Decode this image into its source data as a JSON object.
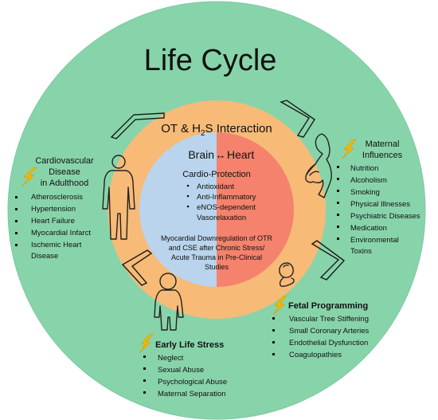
{
  "title": "Life Cycle",
  "ring_title": {
    "prefix": "OT & H",
    "sub": "2",
    "suffix": "S Interaction"
  },
  "center": {
    "brain": "Brain",
    "heart": "Heart",
    "protection_heading": "Cardio-Protection",
    "protection_items": [
      "Antioxidant",
      "Anti-Inflammatory",
      "eNOS-dependent",
      "Vasorelaxation"
    ],
    "downregulation": [
      "Myocardial Downregulation of OTR",
      "and CSE after Chronic  Stress/",
      "Acute Trauma in Pre-Clinical",
      "Studies"
    ]
  },
  "sections": {
    "cardiovascular": {
      "heading": [
        "Cardiovascular",
        "Disease",
        "in Adulthood"
      ],
      "items": [
        "Atherosclerosis",
        "Hypertension",
        "Heart Failure",
        "Myocardial Infarct",
        "Ischemic Heart",
        "Disease"
      ]
    },
    "maternal": {
      "heading": [
        "Maternal",
        "Influences"
      ],
      "items": [
        "Nutrition",
        "Alcoholism",
        "Smoking",
        "Physical Illnesses",
        "Psychiatric Diseases",
        "Medication",
        "Environmental",
        "Toxins"
      ]
    },
    "fetal": {
      "heading": "Fetal Programming",
      "items": [
        "Vascular Tree Stiffening",
        "Small Coronary Arteries",
        "Endothelial Dysfunction",
        "Coagulopathies"
      ]
    },
    "early": {
      "heading": "Early Life Stress",
      "items": [
        "Neglect",
        "Sexual Abuse",
        "Psychological Abuse",
        "Maternal Separation"
      ]
    }
  },
  "icons": [
    "lightning-icon",
    "pregnant-woman-icon",
    "adult-man-icon",
    "baby-icon",
    "child-icon",
    "cycle-arrow-icon"
  ],
  "colors": {
    "outer_circle": "#88d4aa",
    "ring": "#f7ba77",
    "brain_half": "#b9d4ec",
    "heart_half": "#f4826c",
    "lightning": "#f2b705"
  }
}
